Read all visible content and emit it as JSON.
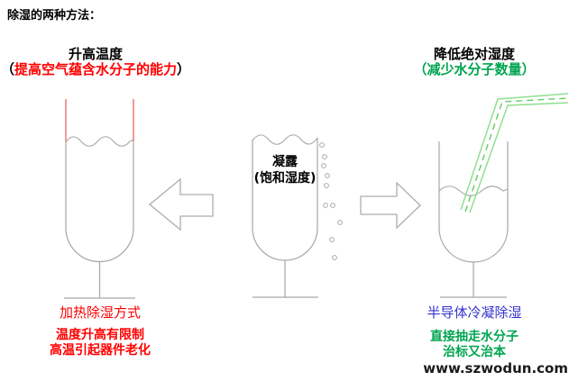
{
  "title": "除湿的两种方法：",
  "watermark": "www.szwodun.com",
  "left_method": {
    "heading": "升高温度",
    "paren_open": "（",
    "sub_text": "提高空气蕴含水分子的能力",
    "paren_close": "）",
    "label": "加热除湿方式",
    "notes": [
      "温度升高有限制",
      "高温引起器件老化"
    ]
  },
  "center_glass": {
    "label_line1": "凝露",
    "label_line2": "(饱和湿度)"
  },
  "right_method": {
    "heading": "降低绝对湿度",
    "sub_text": "（减少水分子数量）",
    "label": "半导体冷凝除湿",
    "notes": [
      "直接抽走水分子",
      "治标又治本"
    ]
  },
  "icons": {
    "left_arrow": "block-arrow-left",
    "right_arrow": "block-arrow-right",
    "droplets": "condensation-droplets",
    "straw": "bent-straw"
  },
  "colors": {
    "text_black": "#000000",
    "red": "#FF0000",
    "green": "#00A550",
    "blue": "#3333CC",
    "glass_gray": "#A6A6A6",
    "heat_red": "#F08080",
    "straw_green": "#8FE08F",
    "straw_dash_green": "#66CC66",
    "arrow_gray": "#ADADAD",
    "droplet_gray": "#A8A8A8"
  }
}
